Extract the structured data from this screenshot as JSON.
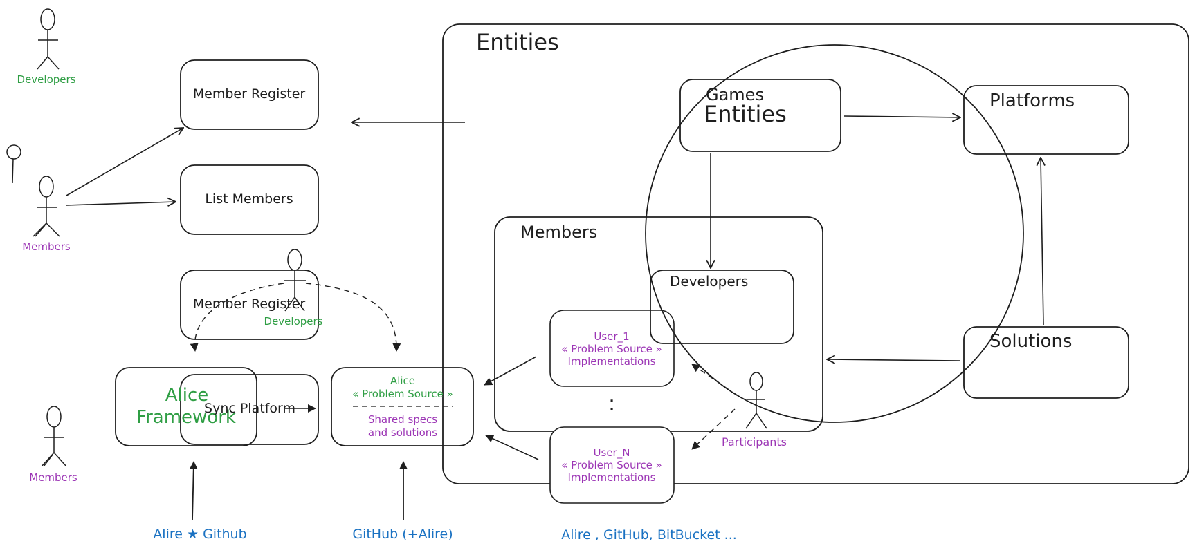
{
  "colors": {
    "ink": "#1e1e1e",
    "green": "#2f9e44",
    "purple": "#9c36b5",
    "blue": "#1971c2"
  },
  "actors": {
    "developers_top": "Developers",
    "members_mid": "Members",
    "developers_mid": "Developers",
    "members_bottom": "Members",
    "participants": "Participants"
  },
  "use_cases": {
    "member_register_1": "Member Register",
    "list_members": "List Members",
    "member_register_2": "Member Register",
    "sync_platform": "Sync Platform"
  },
  "alice_framework": {
    "line1": "Alice",
    "line2": "Framework"
  },
  "alice_problem_source": {
    "line1": "Alice",
    "line2": "« Problem Source »",
    "line3": "Shared specs",
    "line4": "and solutions"
  },
  "entities": {
    "title": "Entities",
    "games": "Games",
    "games_sub": "Entities",
    "platforms": "Platforms",
    "solutions": "Solutions",
    "members": "Members",
    "developers": "Developers"
  },
  "user_1": {
    "line1": "User_1",
    "line2": "« Problem Source »",
    "line3": "Implementations"
  },
  "user_n": {
    "line1": "User_N",
    "line2": "« Problem Source »",
    "line3": "Implementations"
  },
  "sources": {
    "alire_github": "Alire ★ Github",
    "github_alire": "GitHub (+Alire)",
    "alire_others": "Alire , GitHub, BitBucket ..."
  },
  "ellipsis_dots": ":"
}
